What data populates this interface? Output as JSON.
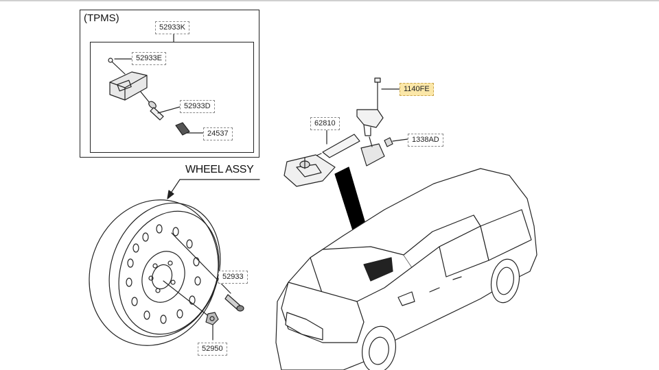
{
  "tpms": {
    "title": "(TPMS)",
    "parts": {
      "assembly": "52933K",
      "sensor": "52933E",
      "valve": "52933D",
      "cap": "24537"
    }
  },
  "wheel": {
    "title": "WHEEL ASSY",
    "parts": {
      "valve_stem": "52933",
      "nut": "52950"
    }
  },
  "carrier": {
    "parts": {
      "carrier_assy": "62810",
      "bolt": "1140FE",
      "nut": "1338AD"
    }
  },
  "colors": {
    "highlight": "#fbe7a8",
    "line": "#222222"
  }
}
